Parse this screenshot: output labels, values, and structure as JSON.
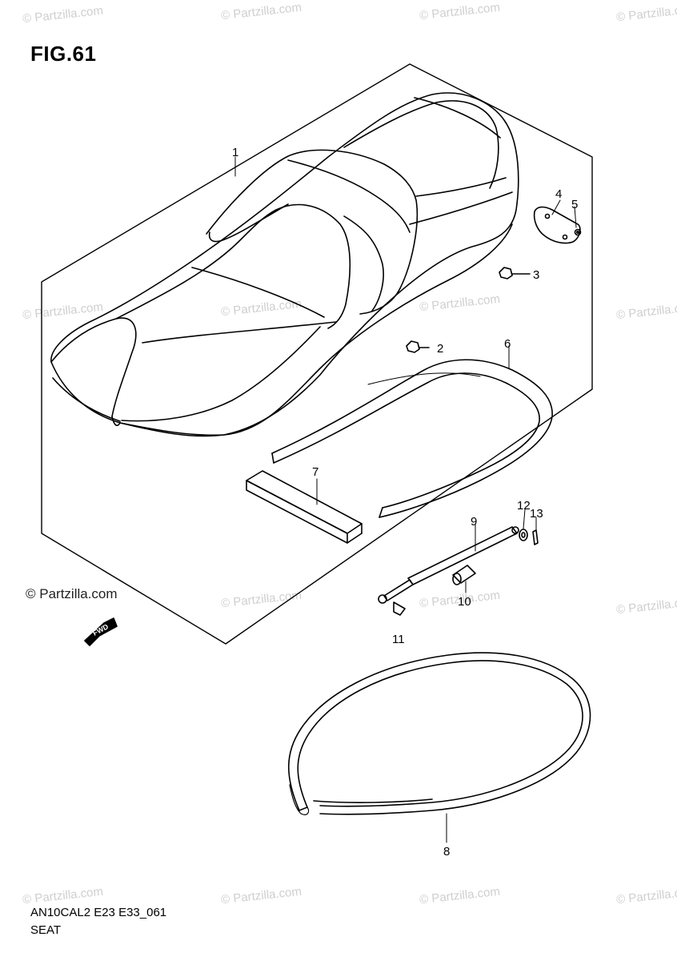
{
  "figure": {
    "title": "FIG.61",
    "code": "AN10CAL2 E23 E33_061",
    "name": "SEAT"
  },
  "brand": "© Partzilla.com",
  "watermark": "© Partzilla.com",
  "fwd_label": "FWD",
  "callouts": [
    {
      "id": "1",
      "label": "1"
    },
    {
      "id": "2",
      "label": "2"
    },
    {
      "id": "3",
      "label": "3"
    },
    {
      "id": "4",
      "label": "4"
    },
    {
      "id": "5",
      "label": "5"
    },
    {
      "id": "6",
      "label": "6"
    },
    {
      "id": "7",
      "label": "7"
    },
    {
      "id": "8",
      "label": "8"
    },
    {
      "id": "9",
      "label": "9"
    },
    {
      "id": "10",
      "label": "10"
    },
    {
      "id": "11",
      "label": "11"
    },
    {
      "id": "12",
      "label": "12"
    },
    {
      "id": "13",
      "label": "13"
    }
  ]
}
